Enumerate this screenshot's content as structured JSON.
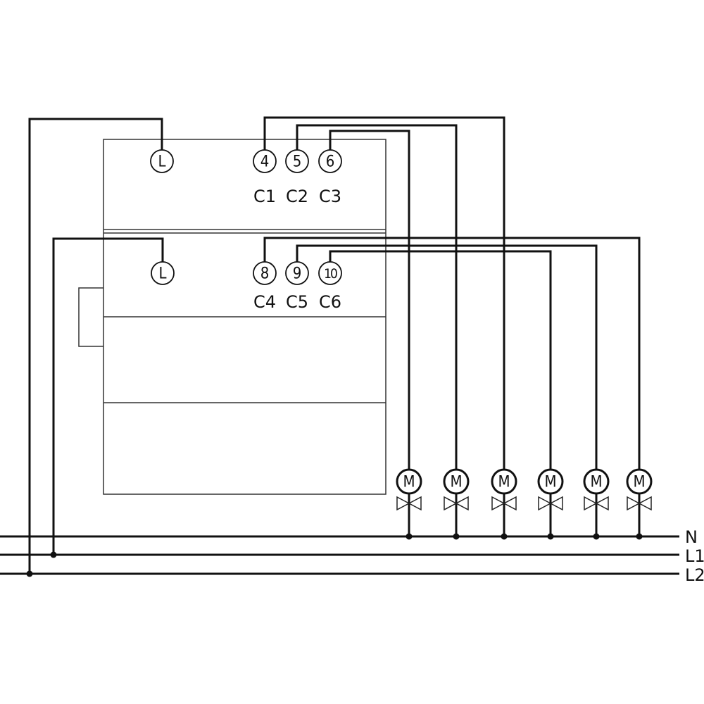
{
  "diagram": {
    "upper_module": {
      "supply_terminal": "L",
      "terminals": [
        "4",
        "5",
        "6"
      ],
      "channels": [
        "C1",
        "C2",
        "C3"
      ]
    },
    "lower_module": {
      "supply_terminal": "L",
      "terminals": [
        "8",
        "9",
        "10"
      ],
      "channels": [
        "C4",
        "C5",
        "C6"
      ]
    },
    "actuator_symbol": "M",
    "actuator_count": 6,
    "rails": [
      "N",
      "L1",
      "L2"
    ]
  }
}
